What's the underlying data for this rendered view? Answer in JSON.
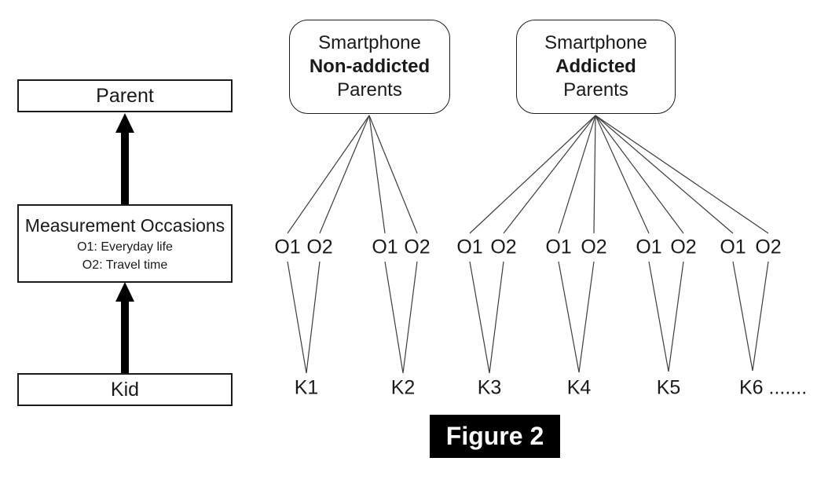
{
  "figure": {
    "caption": "Figure 2"
  },
  "left_flow": {
    "parent_label": "Parent",
    "occasions_title": "Measurement Occasions",
    "occasion_line_1": "O1: Everyday life",
    "occasion_line_2": "O2: Travel time",
    "kid_label": "Kid"
  },
  "parent_groups": {
    "non_addicted": {
      "line1": "Smartphone",
      "line2": "Non-addicted",
      "line3": "Parents"
    },
    "addicted": {
      "line1": "Smartphone",
      "line2": "Addicted",
      "line3": "Parents"
    }
  },
  "occasion_labels": [
    "O1",
    "O2",
    "O1",
    "O2",
    "O1",
    "O2",
    "O1",
    "O2",
    "O1",
    "O2",
    "O1",
    "O2"
  ],
  "kid_labels": [
    "K1",
    "K2",
    "K3",
    "K4",
    "K5",
    "K6 ......."
  ],
  "colors": {
    "background": "#ffffff",
    "text": "#1a1a1a",
    "box_border": "#1c1c1c",
    "connector_line": "#3d3d3d",
    "arrow": "#000000",
    "caption_bg": "#000000",
    "caption_fg": "#ffffff"
  }
}
